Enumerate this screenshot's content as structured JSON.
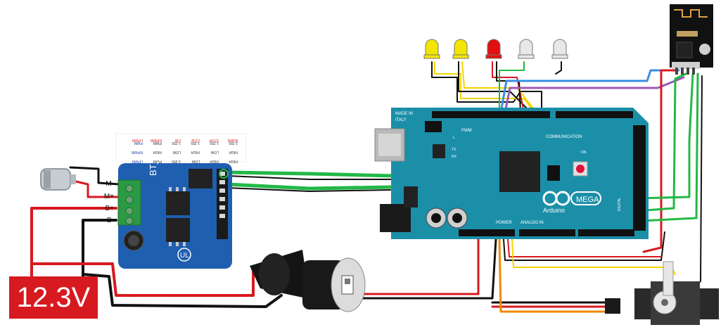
{
  "supply": {
    "label": "12.3V"
  },
  "driver": {
    "name": "BT_2",
    "terminals": [
      "M-",
      "M+",
      "B+",
      "B-"
    ],
    "table": {
      "headers": [
        "LPWM",
        "RPWM",
        "CW",
        "CCW",
        "STOP",
        "BURN"
      ],
      "rows": [
        [
          "LPWM",
          "PWM",
          "1-255",
          "LOW",
          "HIGH",
          "HIGH"
        ],
        [
          "RPWM",
          "HIGH",
          "LOW",
          "HIGH",
          "LOW",
          "HIGH"
        ],
        [
          "PWM",
          "PWM",
          "1-255",
          "1-255",
          "1-255",
          "1-255"
        ]
      ]
    }
  },
  "arduino": {
    "made_in": "MADE IN",
    "country": "ITALY",
    "brand": "Arduino",
    "model": "MEGA",
    "labels": {
      "pwm": "PWM",
      "communication": "COMMUNICATION",
      "power": "POWER",
      "analog_in": "ANALOG IN",
      "digital": "DIGITAL",
      "tx": "TX",
      "rx": "RX",
      "on": "ON",
      "l": "L"
    }
  },
  "leds": [
    {
      "color": "yellow",
      "hex": "#f2e600"
    },
    {
      "color": "yellow",
      "hex": "#f2e600"
    },
    {
      "color": "red",
      "hex": "#e01010"
    },
    {
      "color": "white",
      "hex": "#e8e8e8"
    },
    {
      "color": "white",
      "hex": "#e8e8e8"
    }
  ],
  "colors": {
    "board": "#1c8fa8",
    "driver_board": "#1f5fb0",
    "wire_green": "#22b845",
    "wire_red": "#d71920",
    "wire_black": "#111111",
    "wire_blue": "#3a8ee6",
    "wire_purple": "#9b59b6",
    "wire_yellow": "#f5d400",
    "wire_orange": "#f08a00"
  }
}
